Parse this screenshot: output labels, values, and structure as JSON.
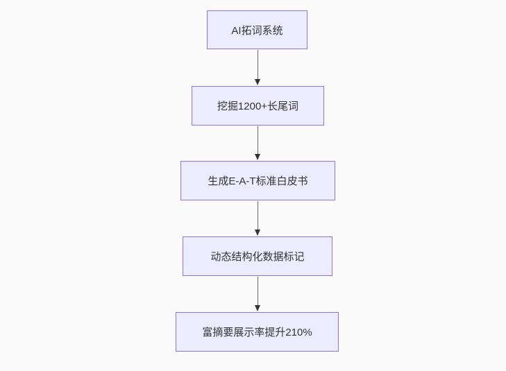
{
  "diagram": {
    "type": "flowchart",
    "direction": "top-down",
    "nodes": [
      {
        "id": "n1",
        "label": "AI拓词系统"
      },
      {
        "id": "n2",
        "label": "挖掘1200+长尾词"
      },
      {
        "id": "n3",
        "label": "生成E-A-T标准白皮书"
      },
      {
        "id": "n4",
        "label": "动态结构化数据标记"
      },
      {
        "id": "n5",
        "label": "富摘要展示率提升210%"
      }
    ],
    "edges": [
      {
        "from": "n1",
        "to": "n2"
      },
      {
        "from": "n2",
        "to": "n3"
      },
      {
        "from": "n3",
        "to": "n4"
      },
      {
        "from": "n4",
        "to": "n5"
      }
    ],
    "colors": {
      "node_fill": "#ECECFF",
      "node_border": "#9370DB",
      "arrow_line": "#666666",
      "arrow_head": "#333333",
      "text": "#333333",
      "background": "#fafafa"
    }
  }
}
